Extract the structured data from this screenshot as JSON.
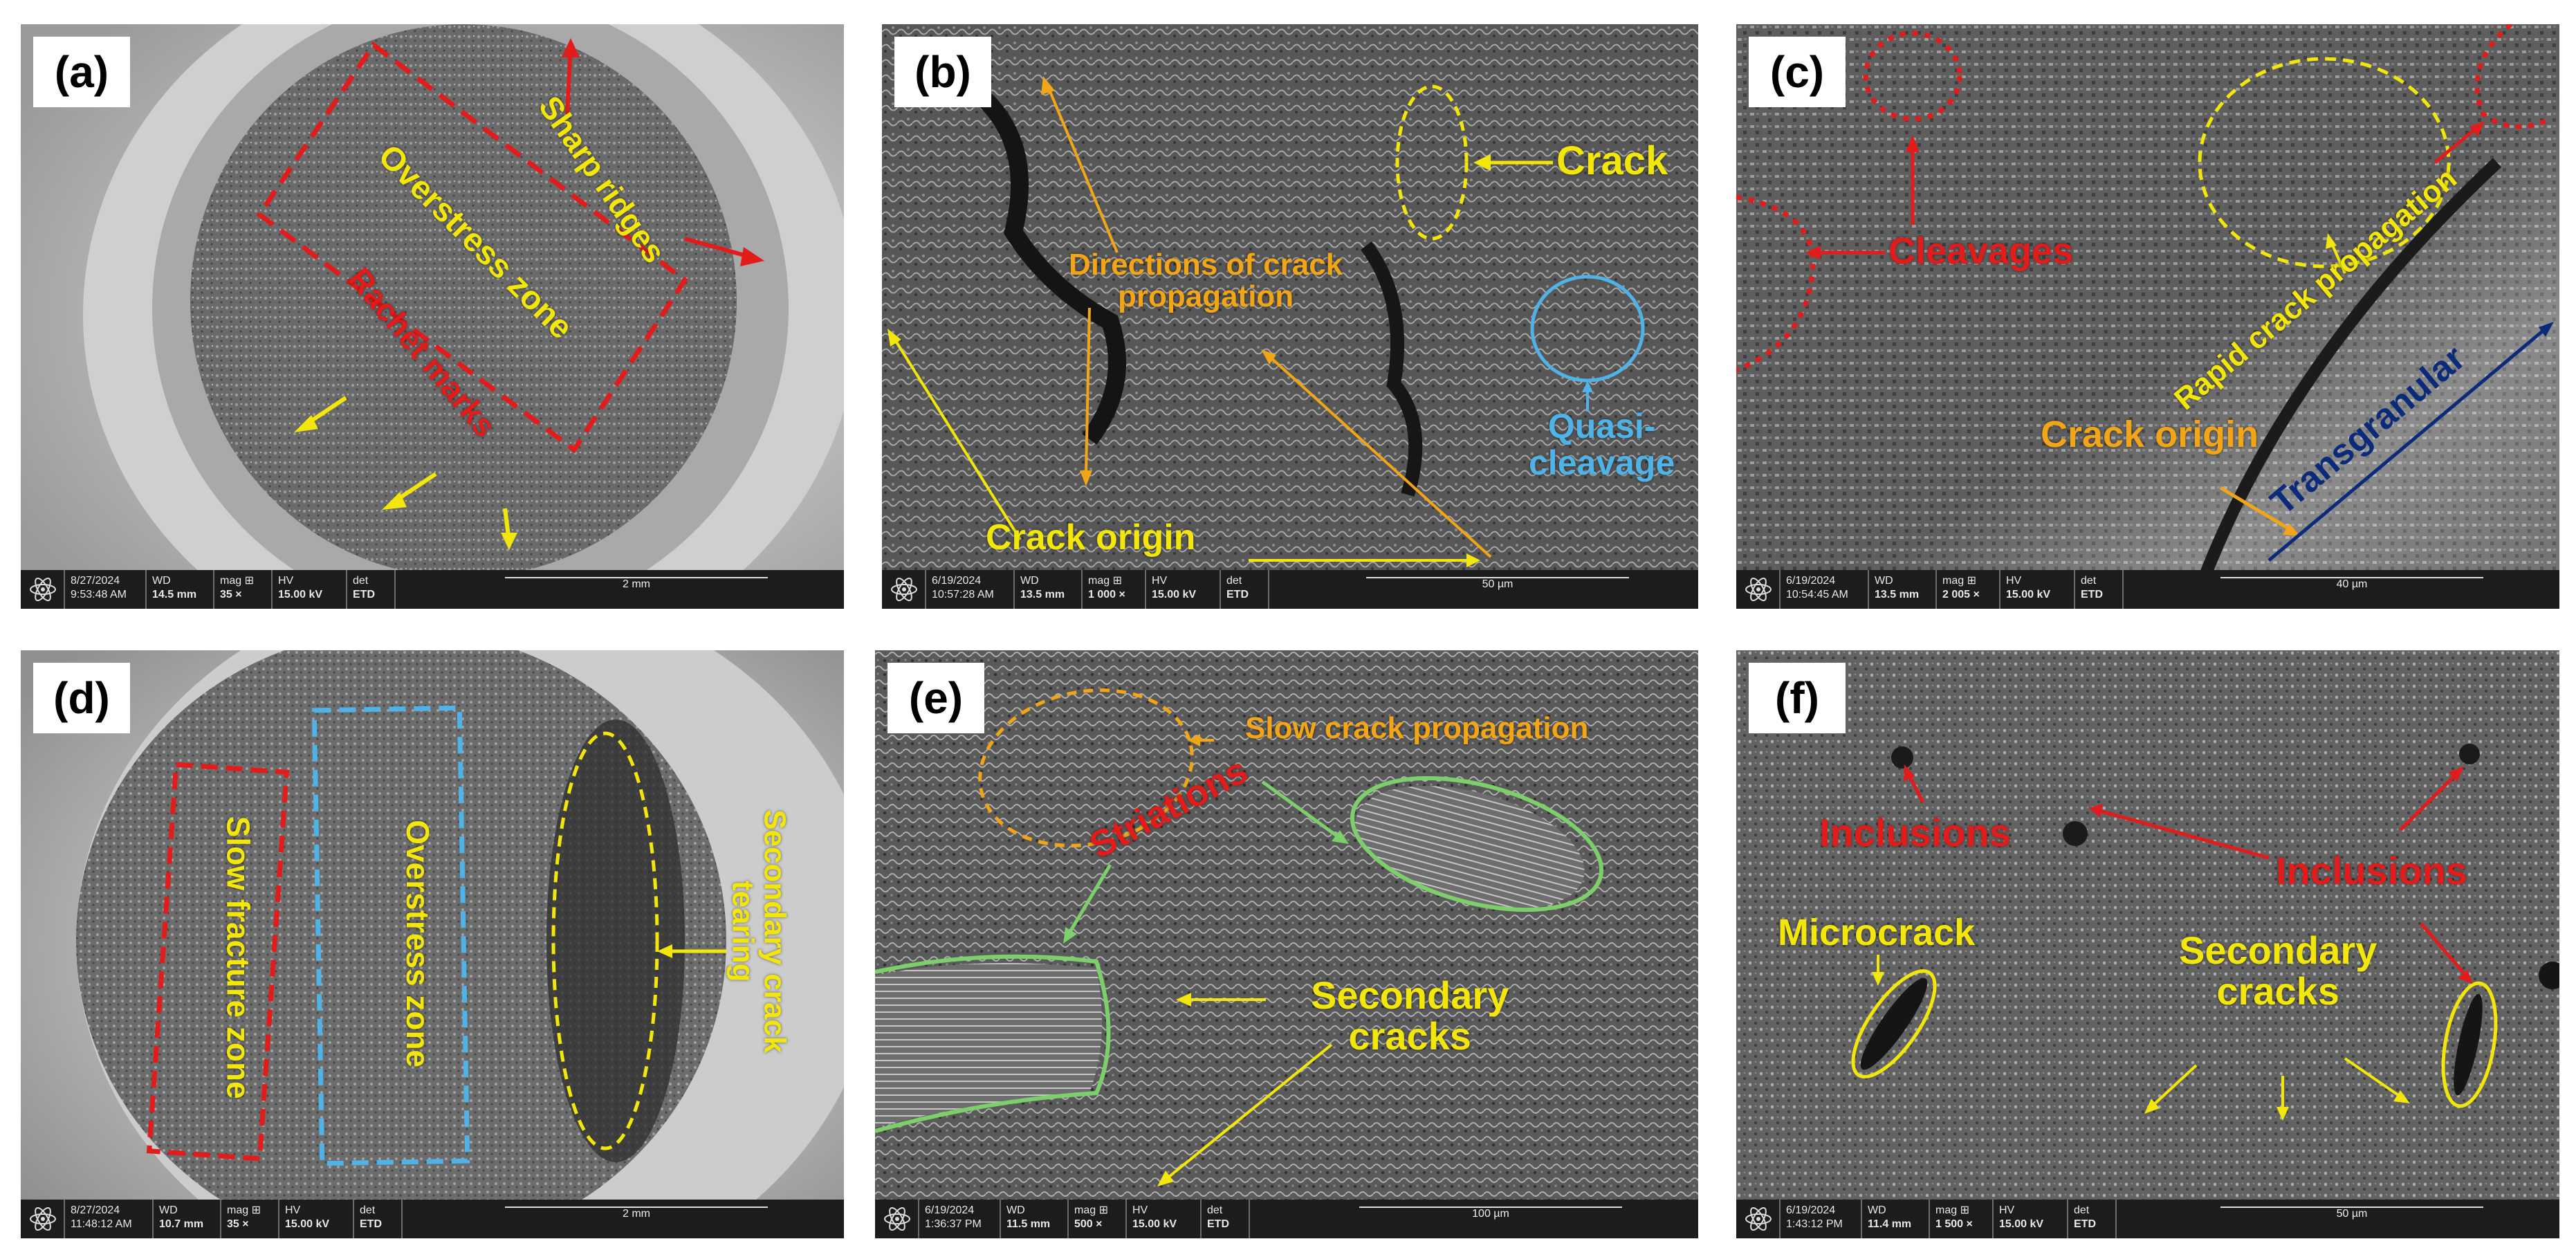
{
  "panels": [
    {
      "label": "(a)",
      "annotations": {
        "sharp_ridges": "Sharp ridges",
        "overstress_zone": "Overstress zone",
        "rachet_marks": "Rachet marks"
      },
      "databar": {
        "date": "8/27/2024",
        "time": "9:53:48 AM",
        "wd_label": "WD",
        "wd": "14.5 mm",
        "mag_label": "mag ⊞",
        "mag": "35 ×",
        "hv_label": "HV",
        "hv": "15.00 kV",
        "det_label": "det",
        "det": "ETD",
        "scale": "2 mm"
      }
    },
    {
      "label": "(b)",
      "annotations": {
        "crack": "Crack",
        "directions": "Directions of crack\npropagation",
        "quasi_cleavage": "Quasi-\ncleavage",
        "crack_origin": "Crack origin"
      },
      "databar": {
        "date": "6/19/2024",
        "time": "10:57:28 AM",
        "wd_label": "WD",
        "wd": "13.5 mm",
        "mag_label": "mag ⊞",
        "mag": "1 000 ×",
        "hv_label": "HV",
        "hv": "15.00 kV",
        "det_label": "det",
        "det": "ETD",
        "scale": "50 µm"
      }
    },
    {
      "label": "(c)",
      "annotations": {
        "cleavages": "Cleavages",
        "rapid": "Rapid crack propagation",
        "transgranular": "Transgranular",
        "crack_origin": "Crack origin"
      },
      "databar": {
        "date": "6/19/2024",
        "time": "10:54:45 AM",
        "wd_label": "WD",
        "wd": "13.5 mm",
        "mag_label": "mag ⊞",
        "mag": "2 005 ×",
        "hv_label": "HV",
        "hv": "15.00 kV",
        "det_label": "det",
        "det": "ETD",
        "scale": "40 µm"
      }
    },
    {
      "label": "(d)",
      "annotations": {
        "slow_fracture": "Slow fracture zone",
        "overstress_zone": "Overstress zone",
        "secondary_tearing": "Secondary crack\ntearing"
      },
      "databar": {
        "date": "8/27/2024",
        "time": "11:48:12 AM",
        "wd_label": "WD",
        "wd": "10.7 mm",
        "mag_label": "mag ⊞",
        "mag": "35 ×",
        "hv_label": "HV",
        "hv": "15.00 kV",
        "det_label": "det",
        "det": "ETD",
        "scale": "2 mm"
      }
    },
    {
      "label": "(e)",
      "annotations": {
        "slow_crack": "Slow crack propagation",
        "striations": "Striations",
        "secondary_cracks": "Secondary\ncracks"
      },
      "databar": {
        "date": "6/19/2024",
        "time": "1:36:37 PM",
        "wd_label": "WD",
        "wd": "11.5 mm",
        "mag_label": "mag ⊞",
        "mag": "500 ×",
        "hv_label": "HV",
        "hv": "15.00 kV",
        "det_label": "det",
        "det": "ETD",
        "scale": "100 µm"
      }
    },
    {
      "label": "(f)",
      "annotations": {
        "inclusions_1": "Inclusions",
        "inclusions_2": "Inclusions",
        "microcrack": "Microcrack",
        "secondary_cracks": "Secondary\ncracks"
      },
      "databar": {
        "date": "6/19/2024",
        "time": "1:43:12 PM",
        "wd_label": "WD",
        "wd": "11.4 mm",
        "mag_label": "mag ⊞",
        "mag": "1 500 ×",
        "hv_label": "HV",
        "hv": "15.00 kV",
        "det_label": "det",
        "det": "ETD",
        "scale": "50 µm"
      }
    }
  ],
  "colors": {
    "yellow": "#f2e60a",
    "red": "#e21b1b",
    "orange": "#f2a516",
    "light_blue": "#4fb3e8",
    "navy": "#0c2a7a",
    "green": "#7ccf6b",
    "databar": "#1c1c1c"
  }
}
